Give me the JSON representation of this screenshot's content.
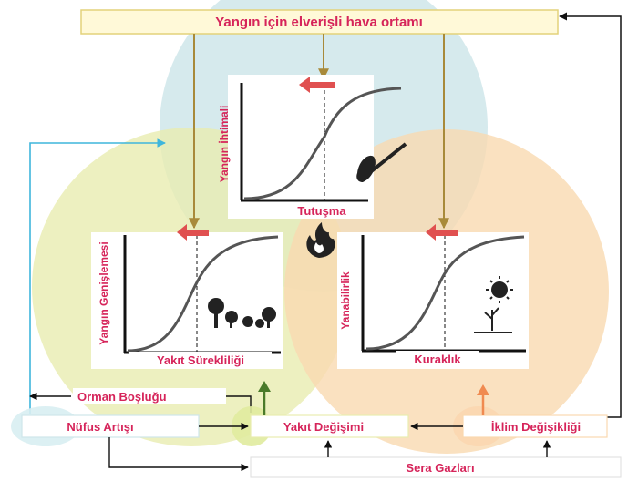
{
  "top_banner": {
    "label": "Yangın için elverişli hava ortamı"
  },
  "charts": {
    "ignition": {
      "ylabel": "Yangın İhtimali",
      "xlabel": "Tutuşma"
    },
    "spread": {
      "ylabel": "Yangın Genişlemesi",
      "xlabel": "Yakıt Sürekliliği"
    },
    "drought": {
      "ylabel": "Yanabilirlik",
      "xlabel": "Kuraklık"
    }
  },
  "boxes": {
    "forest_gap": "Orman Boşluğu",
    "population": "Nüfus Artışı",
    "fuel_change": "Yakıt Değişimi",
    "climate_change": "İklim Değişikliği",
    "greenhouse": "Sera Gazları"
  },
  "colors": {
    "label_text": "#d6245a",
    "circle_ignition": "#cfe6ea",
    "circle_spread": "#e8ecb0",
    "circle_drought": "#f9d9b0",
    "arrow_gold": "#a88a3a",
    "arrow_cyan": "#3fb6dc",
    "arrow_red": "#e05050",
    "arrow_green": "#4a7a2a",
    "arrow_orange": "#f08a50"
  },
  "icons": [
    "flame-icon",
    "match-icon",
    "trees-icon",
    "sun-icon",
    "dry-plant-icon"
  ]
}
